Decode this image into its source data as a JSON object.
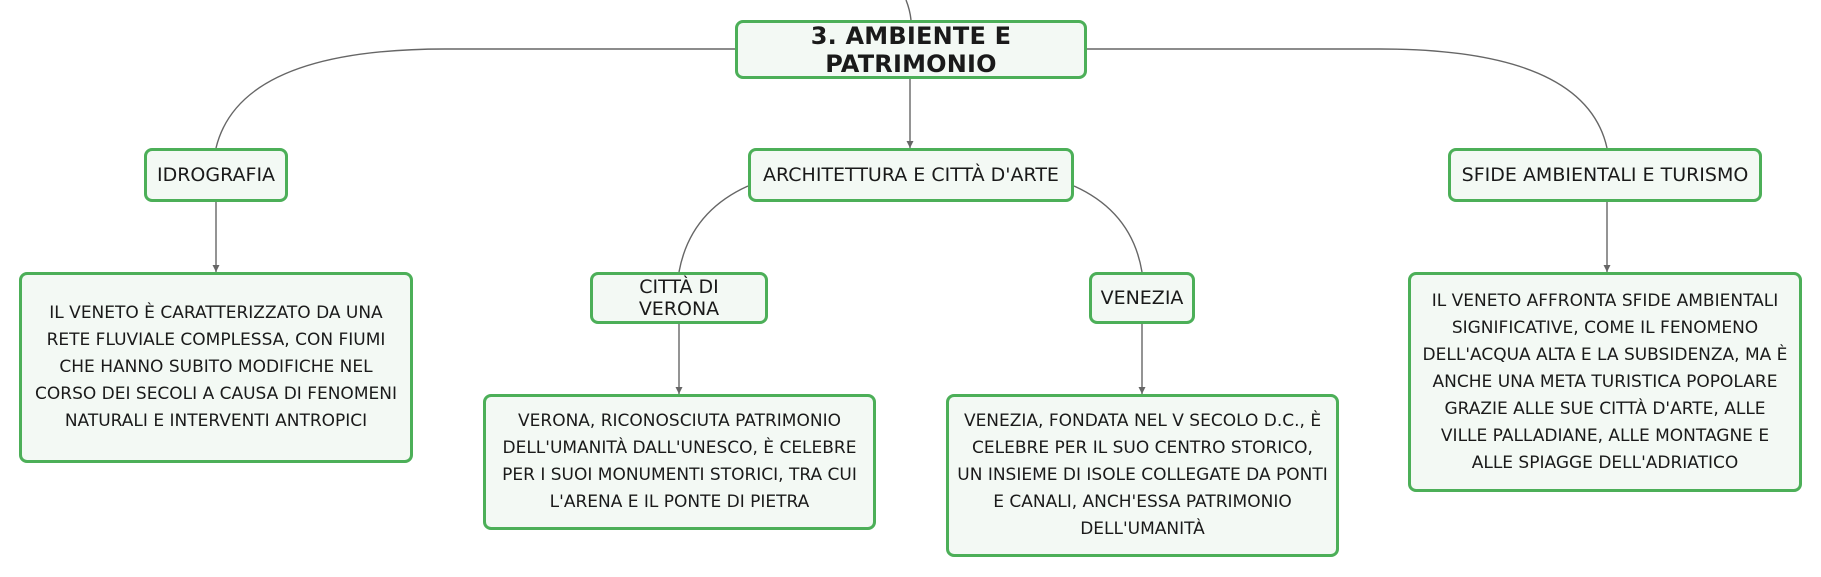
{
  "root": {
    "label": "3. AMBIENTE E PATRIMONIO"
  },
  "topics": {
    "idrografia": {
      "label": "IDROGRAFIA",
      "detail": "IL VENETO È CARATTERIZZATO DA UNA RETE FLUVIALE COMPLESSA, CON FIUMI CHE HANNO SUBITO MODIFICHE NEL CORSO DEI SECOLI A CAUSA DI FENOMENI NATURALI E INTERVENTI ANTROPICI"
    },
    "architettura": {
      "label": "ARCHITETTURA E CITTÀ D'ARTE",
      "verona": {
        "label": "CITTÀ DI VERONA",
        "detail": "VERONA, RICONOSCIUTA PATRIMONIO DELL'UMANITÀ DALL'UNESCO, È CELEBRE PER I SUOI MONUMENTI STORICI, TRA CUI L'ARENA E IL PONTE DI PIETRA"
      },
      "venezia": {
        "label": "VENEZIA",
        "detail": "VENEZIA, FONDATA NEL V SECOLO D.C., È CELEBRE PER IL SUO CENTRO STORICO, UN INSIEME DI ISOLE COLLEGATE DA PONTI E CANALI, ANCH'ESSA PATRIMONIO DELL'UMANITÀ"
      }
    },
    "sfide": {
      "label": "SFIDE AMBIENTALI E TURISMO",
      "detail": "IL VENETO AFFRONTA SFIDE AMBIENTALI SIGNIFICATIVE, COME IL FENOMENO DELL'ACQUA ALTA E LA SUBSIDENZA, MA È ANCHE UNA META TURISTICA POPOLARE GRAZIE ALLE SUE CITTÀ D'ARTE, ALLE VILLE PALLADIANE, ALLE MONTAGNE E ALLE SPIAGGE DELL'ADRIATICO"
    }
  },
  "colors": {
    "node_border": "#4caf58",
    "node_fill": "#f3f9f4",
    "connector": "#666666"
  }
}
